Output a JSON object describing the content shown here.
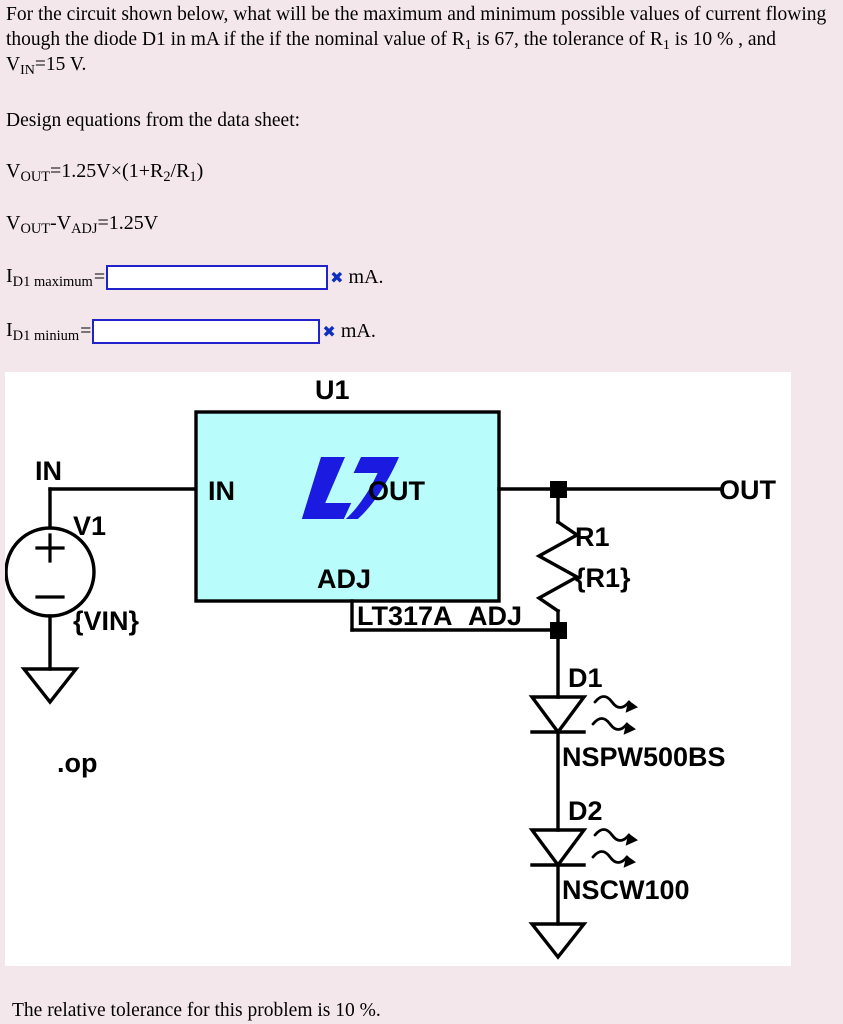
{
  "question": {
    "text_parts": {
      "p1": "For the circuit shown below, what will be the maximum and minimum possible values of current flowing though the diode D1 in mA if the if the nominal value of R",
      "sub1": "1",
      "p2": " is 67, the tolerance of R",
      "sub2": "1",
      "p3": " is 10 % , and V",
      "sub3": "IN",
      "p4": "=15 V."
    },
    "full_text": "For the circuit shown below, what will be the maximum and minimum possible values of current flowing though the diode D1 in mA if the if the nominal value of R1 is 67, the tolerance of R1 is 10 % , and VIN=15 V."
  },
  "design_equations": {
    "heading": "Design equations from the data sheet:",
    "eq1": {
      "lhs_main": "V",
      "lhs_sub": "OUT",
      "rhs": "=1.25V×(1+R",
      "rhs_sub1": "2",
      "rhs_mid": "/R",
      "rhs_sub2": "1",
      "rhs_end": ")",
      "plain": "VOUT=1.25V×(1+R2/R1)"
    },
    "eq2": {
      "lhs_main": "V",
      "lhs_sub": "OUT",
      "minus": "-V",
      "sub2": "ADJ",
      "rhs": "=1.25V",
      "plain": "VOUT-VADJ=1.25V"
    }
  },
  "answers": [
    {
      "label_main": "I",
      "label_sub": "D1 maximum",
      "equals": "=",
      "value": "",
      "required_marker": "✖",
      "unit": "mA."
    },
    {
      "label_main": "I",
      "label_sub": "D1 minium",
      "equals": "=",
      "value": "",
      "required_marker": "✖",
      "unit": "mA."
    }
  ],
  "footer": {
    "note": "The relative tolerance for this problem is 10 %."
  },
  "schematic": {
    "background": "#ffffff",
    "ic_fill": "#b8fcfc",
    "logo_color": "#1a1ae0",
    "labels": {
      "u1": "U1",
      "net_in": "IN",
      "net_out": "OUT",
      "pin_in": "IN",
      "pin_out": "OUT",
      "pin_adj": "ADJ",
      "part_number": "LT317A",
      "part_pin": "ADJ",
      "source_name": "V1",
      "source_value": "{VIN}",
      "resistor_name": "R1",
      "resistor_value": "{R1}",
      "diode1_name": "D1",
      "diode1_part": "NSPW500BS",
      "diode2_name": "D2",
      "diode2_part": "NSCW100",
      "directive": ".op"
    }
  },
  "colors": {
    "page_background": "#f3e7ec",
    "canvas": "#ffffff",
    "input_border": "#2222cc",
    "required_star": "#0d2fbe",
    "ic_body": "#b8fcfc",
    "wire": "#000000"
  }
}
